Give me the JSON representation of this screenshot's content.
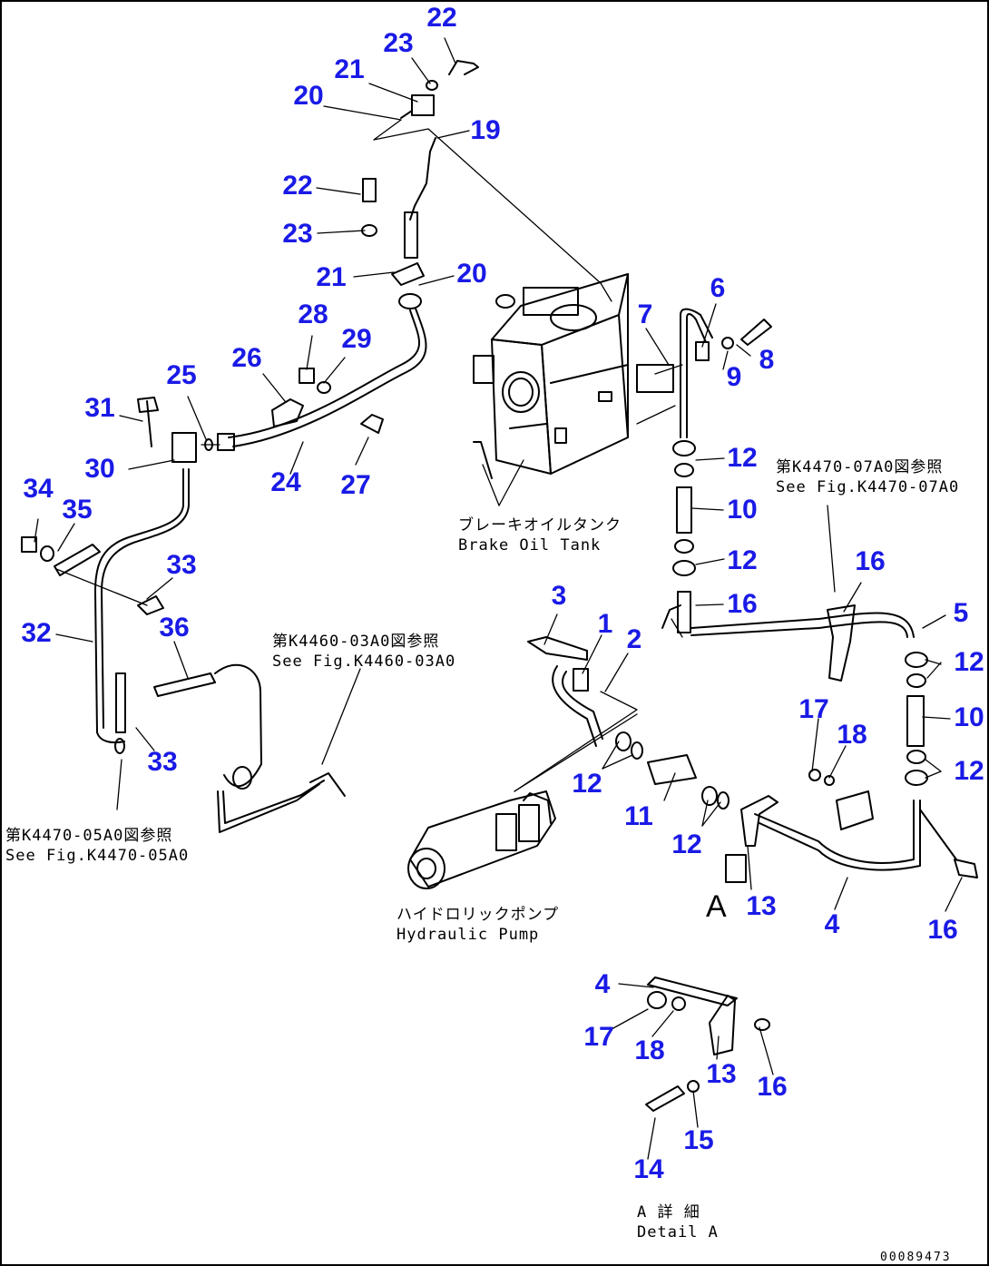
{
  "accent_color": "#1a1ae6",
  "callouts": [
    {
      "id": "c22a",
      "text": "22"
    },
    {
      "id": "c23a",
      "text": "23"
    },
    {
      "id": "c21a",
      "text": "21"
    },
    {
      "id": "c20a",
      "text": "20"
    },
    {
      "id": "c19",
      "text": "19"
    },
    {
      "id": "c22b",
      "text": "22"
    },
    {
      "id": "c23b",
      "text": "23"
    },
    {
      "id": "c21b",
      "text": "21"
    },
    {
      "id": "c20b",
      "text": "20"
    },
    {
      "id": "c28",
      "text": "28"
    },
    {
      "id": "c29",
      "text": "29"
    },
    {
      "id": "c26",
      "text": "26"
    },
    {
      "id": "c25",
      "text": "25"
    },
    {
      "id": "c31",
      "text": "31"
    },
    {
      "id": "c30",
      "text": "30"
    },
    {
      "id": "c24",
      "text": "24"
    },
    {
      "id": "c27",
      "text": "27"
    },
    {
      "id": "c34",
      "text": "34"
    },
    {
      "id": "c35",
      "text": "35"
    },
    {
      "id": "c33a",
      "text": "33"
    },
    {
      "id": "c32",
      "text": "32"
    },
    {
      "id": "c36",
      "text": "36"
    },
    {
      "id": "c33b",
      "text": "33"
    },
    {
      "id": "c6",
      "text": "6"
    },
    {
      "id": "c7",
      "text": "7"
    },
    {
      "id": "c8",
      "text": "8"
    },
    {
      "id": "c9",
      "text": "9"
    },
    {
      "id": "c12a",
      "text": "12"
    },
    {
      "id": "c10a",
      "text": "10"
    },
    {
      "id": "c12b",
      "text": "12"
    },
    {
      "id": "c16a",
      "text": "16"
    },
    {
      "id": "c16b",
      "text": "16"
    },
    {
      "id": "c5",
      "text": "5"
    },
    {
      "id": "c3",
      "text": "3"
    },
    {
      "id": "c1",
      "text": "1"
    },
    {
      "id": "c2",
      "text": "2"
    },
    {
      "id": "c12c",
      "text": "12"
    },
    {
      "id": "c10b",
      "text": "10"
    },
    {
      "id": "c12d",
      "text": "12"
    },
    {
      "id": "c17a",
      "text": "17"
    },
    {
      "id": "c18a",
      "text": "18"
    },
    {
      "id": "c12e",
      "text": "12"
    },
    {
      "id": "c11",
      "text": "11"
    },
    {
      "id": "c12f",
      "text": "12"
    },
    {
      "id": "c13a",
      "text": "13"
    },
    {
      "id": "c4a",
      "text": "4"
    },
    {
      "id": "c16c",
      "text": "16"
    },
    {
      "id": "c4b",
      "text": "4"
    },
    {
      "id": "c17b",
      "text": "17"
    },
    {
      "id": "c18b",
      "text": "18"
    },
    {
      "id": "c13b",
      "text": "13"
    },
    {
      "id": "c16d",
      "text": "16"
    },
    {
      "id": "c15",
      "text": "15"
    },
    {
      "id": "c14",
      "text": "14"
    }
  ],
  "notes": {
    "ref_k4470_07a0": {
      "jp": "第K4470-07A0図参照",
      "en": "See Fig.K4470-07A0"
    },
    "ref_k4460_03a0": {
      "jp": "第K4460-03A0図参照",
      "en": "See Fig.K4460-03A0"
    },
    "ref_k4470_05a0": {
      "jp": "第K4470-05A0図参照",
      "en": "See Fig.K4470-05A0"
    },
    "brake_tank": {
      "jp": "ブレーキオイルタンク",
      "en": "Brake Oil Tank"
    },
    "hyd_pump": {
      "jp": "ハイドロリックポンプ",
      "en": "Hydraulic Pump"
    },
    "detail_a": {
      "jp": "A 詳 細",
      "en": "Detail A"
    }
  },
  "view_label": "A",
  "drawing_code": "00089473"
}
